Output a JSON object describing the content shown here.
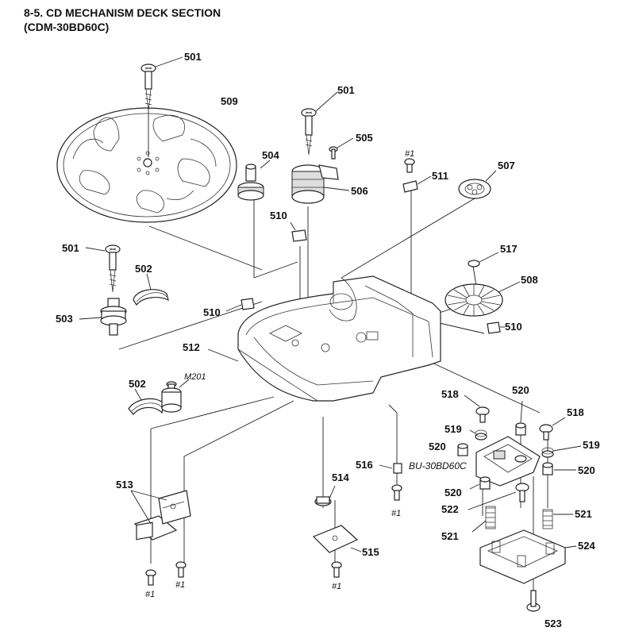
{
  "title_line1": "8-5. CD MECHANISM DECK SECTION",
  "title_line2": "(CDM-30BD60C)",
  "labels": [
    {
      "id": "l501a",
      "text": "501"
    },
    {
      "id": "l509",
      "text": "509"
    },
    {
      "id": "l501b",
      "text": "501"
    },
    {
      "id": "l505",
      "text": "505"
    },
    {
      "id": "l504",
      "text": "504"
    },
    {
      "id": "l506",
      "text": "506"
    },
    {
      "id": "l511",
      "text": "511"
    },
    {
      "id": "l507",
      "text": "507"
    },
    {
      "id": "l510a",
      "text": "510"
    },
    {
      "id": "l501c",
      "text": "501"
    },
    {
      "id": "l502a",
      "text": "502"
    },
    {
      "id": "l517",
      "text": "517"
    },
    {
      "id": "l508",
      "text": "508"
    },
    {
      "id": "l503",
      "text": "503"
    },
    {
      "id": "l510b",
      "text": "510"
    },
    {
      "id": "l510c",
      "text": "510"
    },
    {
      "id": "l512",
      "text": "512"
    },
    {
      "id": "l502b",
      "text": "502"
    },
    {
      "id": "l518a",
      "text": "518"
    },
    {
      "id": "l520a",
      "text": "520"
    },
    {
      "id": "l519a",
      "text": "519"
    },
    {
      "id": "l518b",
      "text": "518"
    },
    {
      "id": "l520b",
      "text": "520"
    },
    {
      "id": "l519b",
      "text": "519"
    },
    {
      "id": "l516",
      "text": "516"
    },
    {
      "id": "l513",
      "text": "513"
    },
    {
      "id": "l514",
      "text": "514"
    },
    {
      "id": "l520c",
      "text": "520"
    },
    {
      "id": "l520d",
      "text": "520"
    },
    {
      "id": "l522",
      "text": "522"
    },
    {
      "id": "l521a",
      "text": "521"
    },
    {
      "id": "l521b",
      "text": "521"
    },
    {
      "id": "l524",
      "text": "524"
    },
    {
      "id": "l515",
      "text": "515"
    },
    {
      "id": "l523",
      "text": "523"
    }
  ],
  "refs": [
    {
      "id": "r1a",
      "text": "#1"
    },
    {
      "id": "rM201",
      "text": "M201"
    },
    {
      "id": "rBU",
      "text": "BU-30BD60C"
    },
    {
      "id": "r1b",
      "text": "#1"
    },
    {
      "id": "r1c",
      "text": "#1"
    },
    {
      "id": "r1d",
      "text": "#1"
    },
    {
      "id": "r1e",
      "text": "#1"
    }
  ]
}
